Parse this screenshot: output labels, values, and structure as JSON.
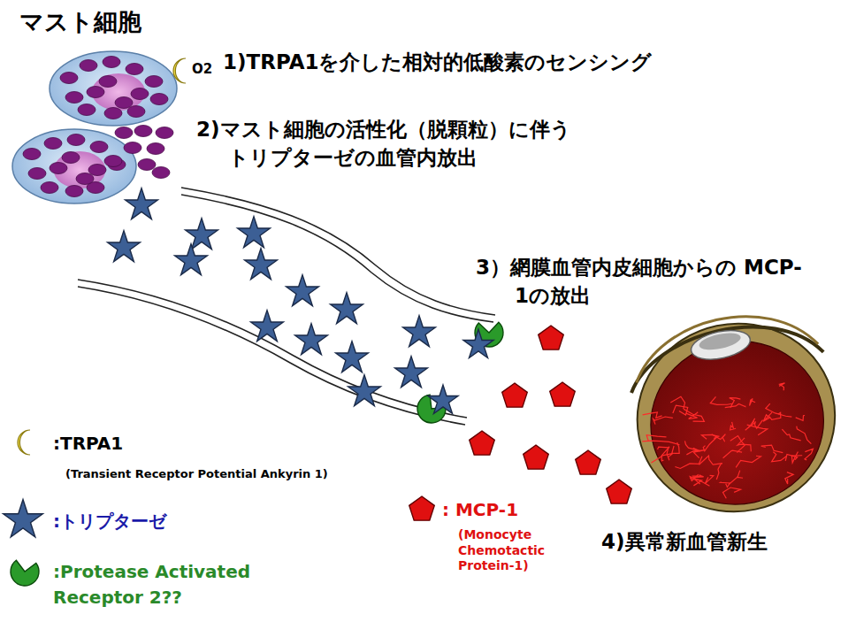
{
  "diagram": {
    "labels": [
      "マスト細胞",
      "O2",
      "1)TRPA1を介した相対的低酸素のセンシング",
      "2)マスト細胞の活性化（脱顆粒）に伴う トリプターゼの血管内放出",
      "3）網膜血管内皮細胞からの MCP-1の放出",
      "4)異常新血管新生",
      "(Transient Receptor Potential Ankyrin 1)",
      "(Monocyte Chemotactic Protein-1)"
    ],
    "legend": [
      {
        "text": ":TRPA1"
      },
      {
        "text": ":トリプターゼ"
      },
      {
        "text": ":Protease Activated Receptor 2??"
      },
      {
        "text": ": MCP-1"
      }
    ]
  }
}
